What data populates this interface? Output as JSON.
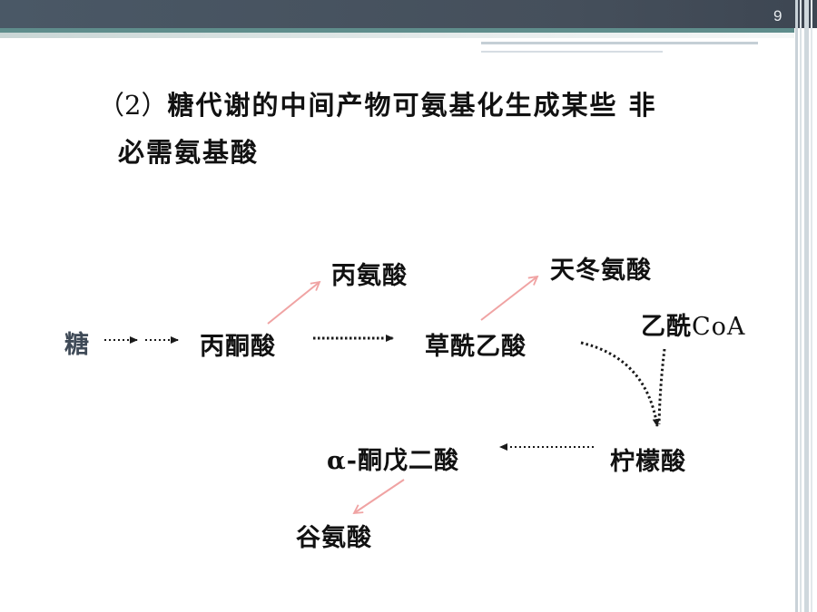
{
  "slide": {
    "page_number": "9"
  },
  "heading": {
    "prefix": "（2）",
    "line1_text": "糖代谢的中间产物可氨基化生成某些  非",
    "line2": "必需氨基酸"
  },
  "diagram": {
    "nodes": {
      "sugar": "糖",
      "pyruvate": "丙酮酸",
      "alanine": "丙氨酸",
      "oxaloacetate": "草酰乙酸",
      "aspartate": "天冬氨酸",
      "acetyl_coa_prefix": "乙酰",
      "acetyl_coa_suffix": "CoA",
      "citrate": "柠檬酸",
      "alpha_ketoglutarate": "α-酮戊二酸",
      "glutamate": "谷氨酸"
    },
    "colors": {
      "dotted_arrow": "#1a1a1a",
      "amination_arrow": "#f0a3a3"
    }
  }
}
